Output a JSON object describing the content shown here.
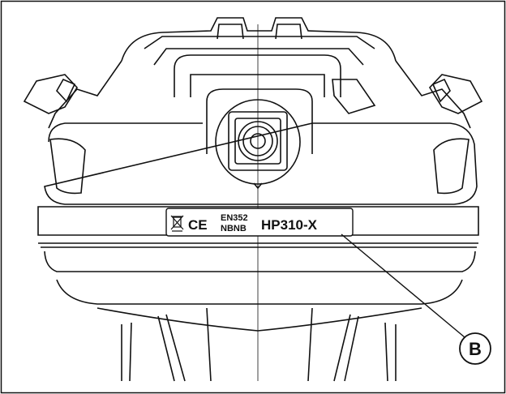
{
  "figure": {
    "callout_letter": "B",
    "plate": {
      "mark_ce": "CE",
      "standard_top": "EN352",
      "standard_bottom": "NBNB",
      "model": "HP310-X",
      "weee_icon": "crossed-out-wheelie-bin-icon"
    }
  },
  "colors": {
    "line": "#111111",
    "background": "#ffffff"
  }
}
